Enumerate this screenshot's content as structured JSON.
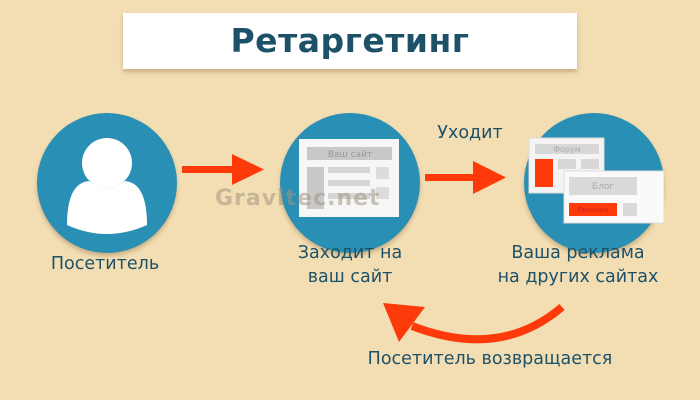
{
  "title": "Ретаргетинг",
  "watermark": "Gravitec.net",
  "steps": [
    {
      "label": "Посетитель",
      "icon": "user-icon"
    },
    {
      "label_line1": "Заходит на",
      "label_line2": "ваш сайт",
      "icon": "website-icon",
      "mock_header": "Ваш сайт"
    },
    {
      "label_line1": "Ваша реклама",
      "label_line2": "на других сайтах",
      "icon": "ads-on-sites-icon",
      "forum_header": "Форум",
      "blog_header": "Блог",
      "ad_label": "Реклама"
    }
  ],
  "arrow_leaves_label": "Уходит",
  "return_label": "Посетитель возвращается",
  "colors": {
    "background": "#f3deb4",
    "circle": "#2a8fb4",
    "text": "#1d5168",
    "arrow": "#ff3a0a"
  }
}
